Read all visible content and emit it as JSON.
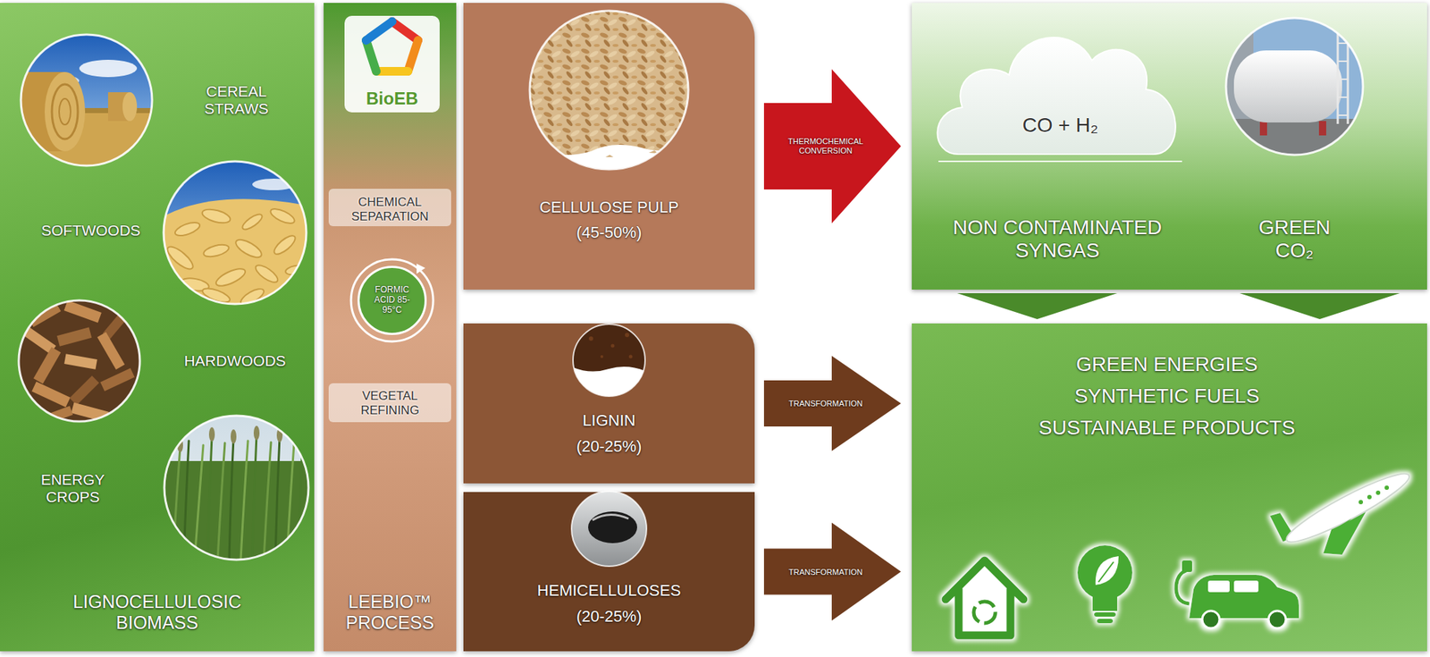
{
  "diagram": {
    "nodes": [
      {
        "text": [
          "LIGNOCELLULOSIC BIOMASS"
        ]
      },
      {
        "text": [
          "CHEMICAL SEPARATION",
          "VEGETAL REFINING",
          "LEEBIO™ PROCESS"
        ]
      },
      {
        "text": [
          "FORMIC ACID 85-95°C"
        ],
        "in": 1
      },
      {
        "text": [
          "CELLULOSE PULP",
          "(45-50%)"
        ]
      },
      {
        "text": [
          "LIGNIN",
          "(20-25%)"
        ]
      },
      {
        "text": [
          "HEMICELLULOSES",
          "(20-25%)"
        ]
      },
      {
        "text": [
          "NON CONTAMINATED SYNGAS",
          "GREEN CO₂"
        ]
      },
      {
        "text": [
          "CO + H₂"
        ],
        "in": 6
      },
      {
        "text": [
          "GREEN ENERGIES",
          "SYNTHETIC FUELS",
          "SUSTAINABLE PRODUCTS"
        ]
      }
    ],
    "edges": [
      {
        "from": 3,
        "to": 6,
        "label": "THERMOCHEMICAL CONVERSION",
        "arrow": "to"
      },
      {
        "from": 4,
        "to": 8,
        "label": "TRANSFORMATION",
        "arrow": "to"
      },
      {
        "from": 5,
        "to": 8,
        "label": "TRANSFORMATION",
        "arrow": "to"
      },
      {
        "from": 6,
        "to": 8,
        "arrow": "to"
      },
      {
        "from": 6,
        "to": 8,
        "arrow": "to"
      }
    ],
    "labels": [
      "CEREAL STRAWS",
      "SOFTWOODS",
      "HARDWOODS",
      "ENERGY CROPS",
      "BioEB"
    ]
  }
}
